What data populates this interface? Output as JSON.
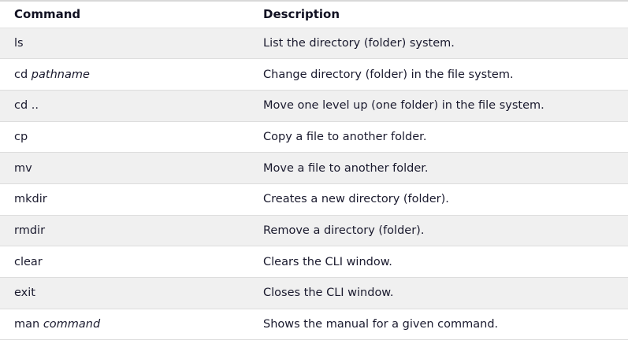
{
  "table": {
    "columns": [
      {
        "key": "command",
        "label": "Command"
      },
      {
        "key": "description",
        "label": "Description"
      }
    ],
    "colors": {
      "stripe": "#f0f0f0",
      "row_background": "#ffffff",
      "divider": "#dddddd",
      "text": "#1a1a2e",
      "header_text": "#111122",
      "top_border": "#d8d8d8"
    },
    "rows": [
      {
        "command": "ls",
        "command_arg": "",
        "description": "List the directory (folder) system."
      },
      {
        "command": "cd",
        "command_arg": "pathname",
        "description": "Change directory (folder) in the file system."
      },
      {
        "command": "cd ..",
        "command_arg": "",
        "description": "Move one level up (one folder) in the file system."
      },
      {
        "command": "cp",
        "command_arg": "",
        "description": "Copy a file to another folder."
      },
      {
        "command": "mv",
        "command_arg": "",
        "description": "Move a file to another folder."
      },
      {
        "command": "mkdir",
        "command_arg": "",
        "description": "Creates a new directory (folder)."
      },
      {
        "command": "rmdir",
        "command_arg": "",
        "description": "Remove a directory (folder)."
      },
      {
        "command": "clear",
        "command_arg": "",
        "description": "Clears the CLI window."
      },
      {
        "command": "exit",
        "command_arg": "",
        "description": "Closes the CLI window."
      },
      {
        "command": "man",
        "command_arg": "command",
        "description": "Shows the manual for a given command."
      }
    ]
  }
}
